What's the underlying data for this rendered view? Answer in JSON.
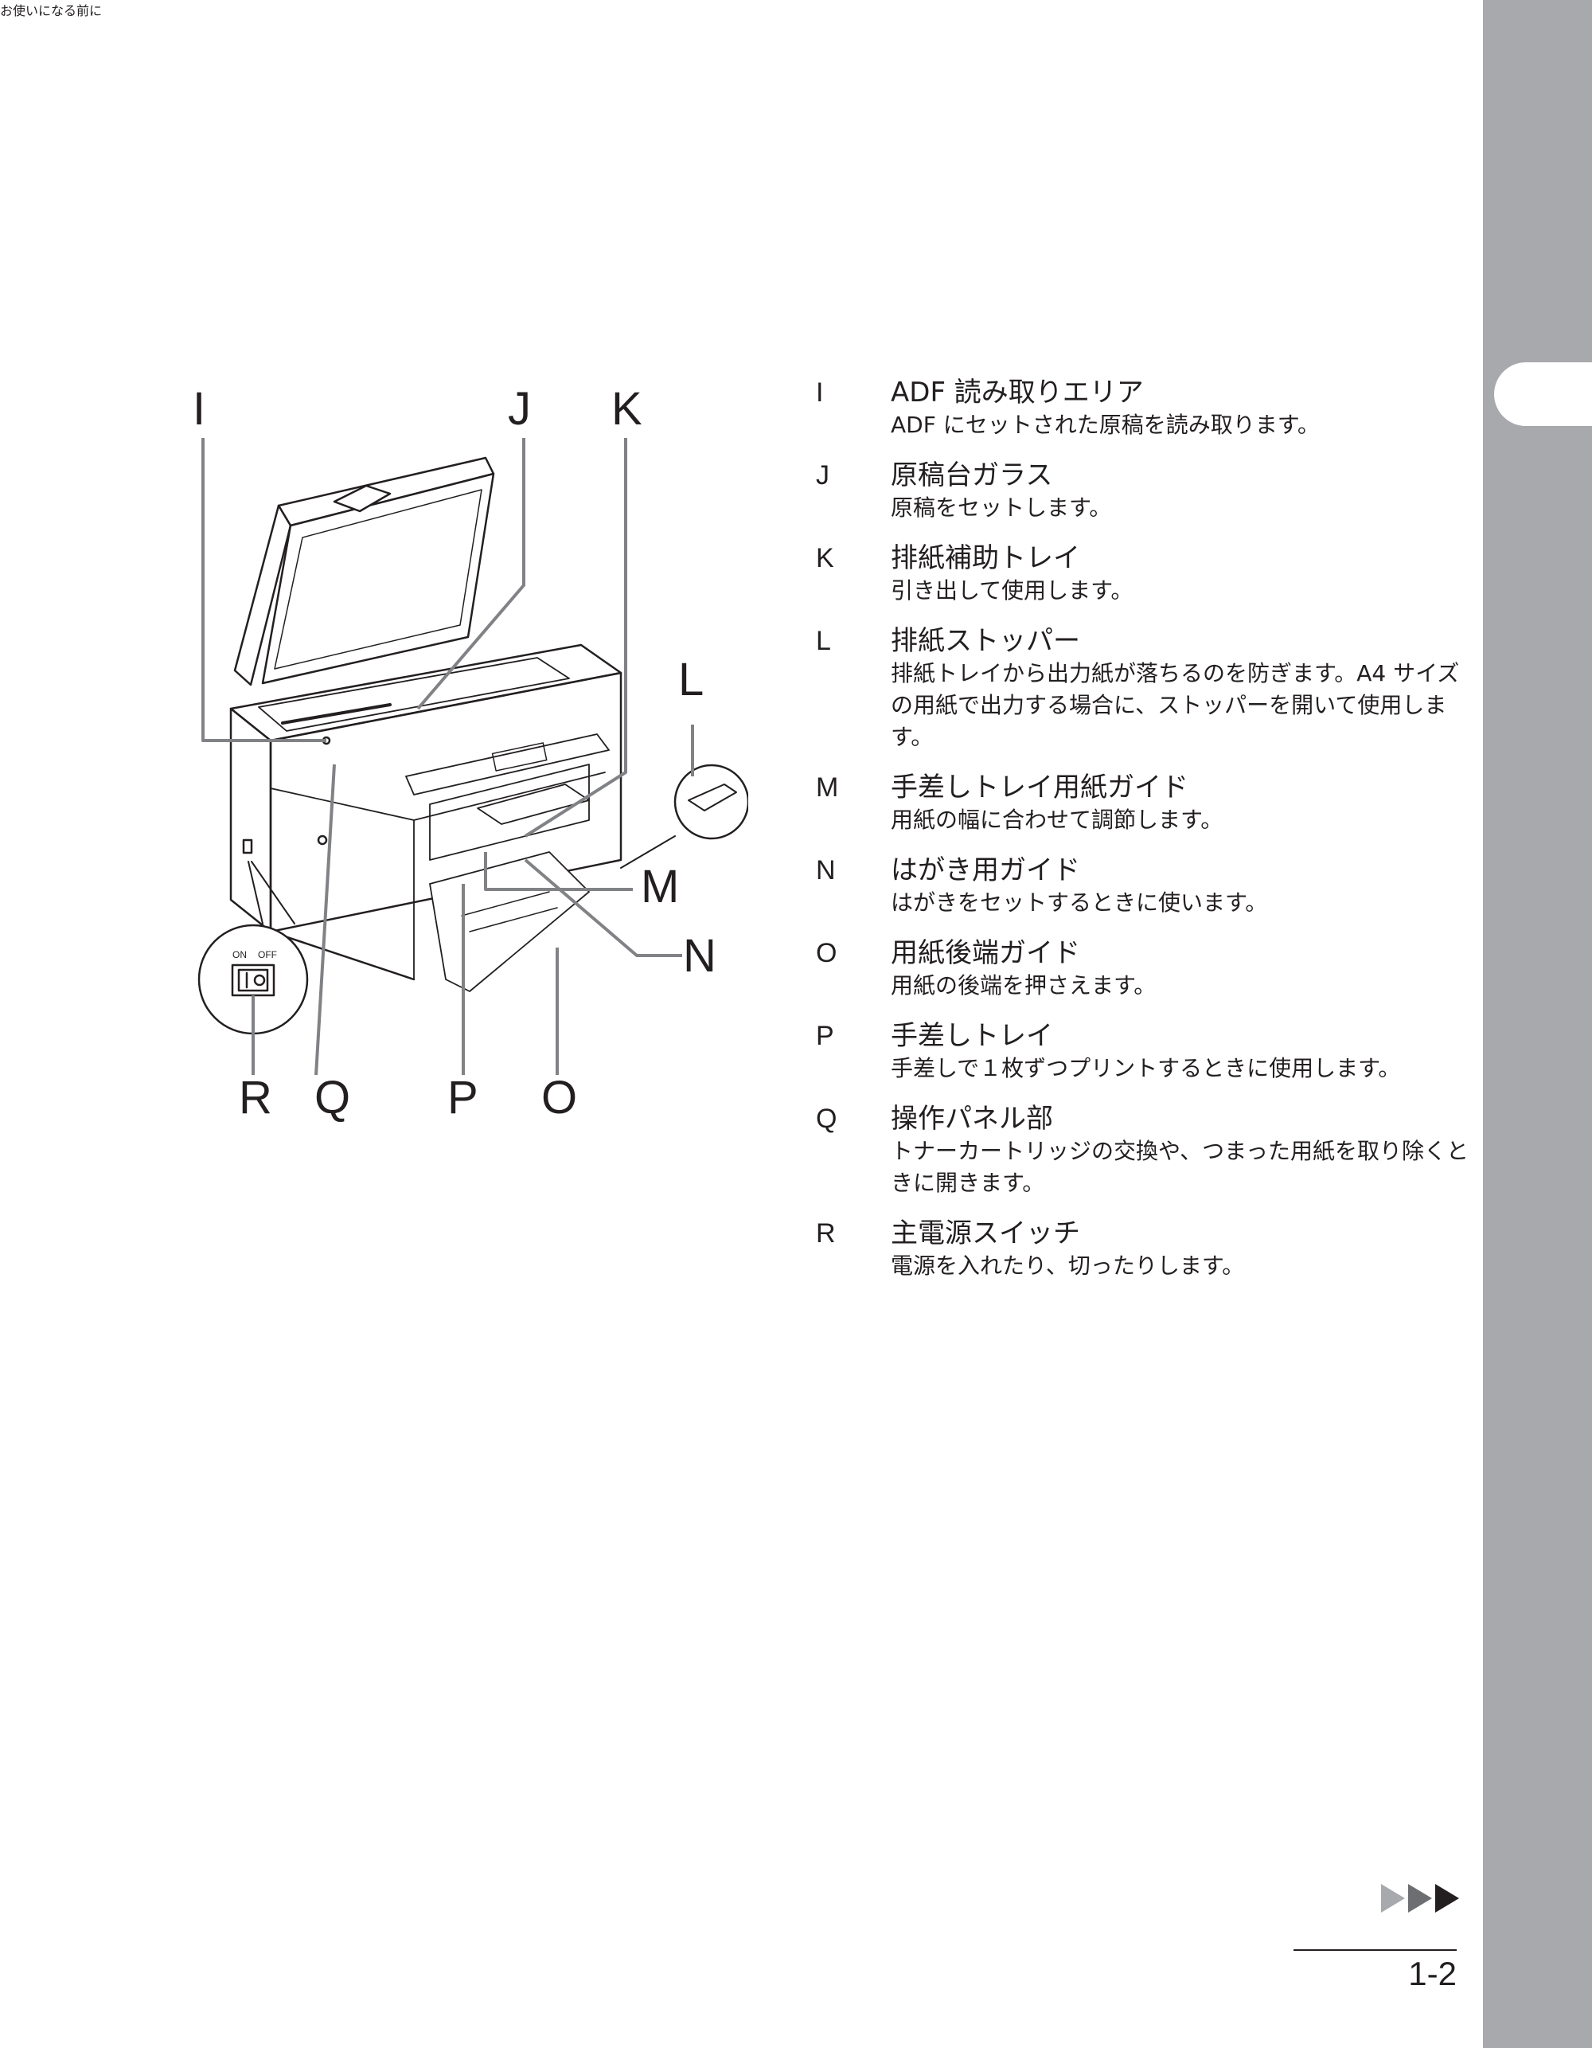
{
  "sidebar": {
    "chapter_title": "お使いになる前に"
  },
  "figure": {
    "callouts": [
      "I",
      "J",
      "K",
      "L",
      "M",
      "N",
      "O",
      "P",
      "Q",
      "R"
    ],
    "switch_on_label": "ON",
    "switch_off_label": "OFF"
  },
  "parts": [
    {
      "letter": "I",
      "name": "ADF 読み取りエリア",
      "desc": "ADF にセットされた原稿を読み取ります。"
    },
    {
      "letter": "J",
      "name": "原稿台ガラス",
      "desc": "原稿をセットします。"
    },
    {
      "letter": "K",
      "name": "排紙補助トレイ",
      "desc": "引き出して使用します。"
    },
    {
      "letter": "L",
      "name": "排紙ストッパー",
      "desc": "排紙トレイから出力紙が落ちるのを防ぎます。A4 サイズの用紙で出力する場合に、ストッパーを開いて使用します。"
    },
    {
      "letter": "M",
      "name": "手差しトレイ用紙ガイド",
      "desc": "用紙の幅に合わせて調節します。"
    },
    {
      "letter": "N",
      "name": "はがき用ガイド",
      "desc": "はがきをセットするときに使います。"
    },
    {
      "letter": "O",
      "name": "用紙後端ガイド",
      "desc": "用紙の後端を押さえます。"
    },
    {
      "letter": "P",
      "name": "手差しトレイ",
      "desc": "手差しで１枚ずつプリントするときに使用します。"
    },
    {
      "letter": "Q",
      "name": "操作パネル部",
      "desc": "トナーカートリッジの交換や、つまった用紙を取り除くときに開きます。"
    },
    {
      "letter": "R",
      "name": "主電源スイッチ",
      "desc": "電源を入れたり、切ったりします。"
    }
  ],
  "footer": {
    "page_number": "1-2",
    "next_icon": "triple-arrow-right-icon"
  }
}
